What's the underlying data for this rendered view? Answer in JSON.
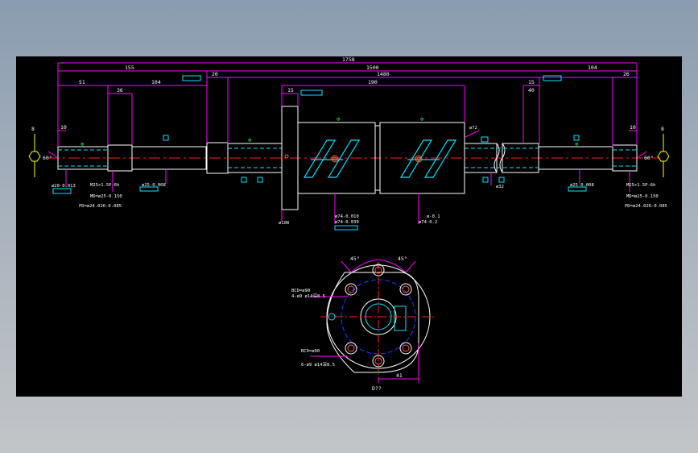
{
  "drawing": {
    "dims_top": {
      "overall": "1758",
      "left_end": "155",
      "thread_len": "1500",
      "thread_len2": "1480",
      "right_end": "104",
      "d20": "20",
      "d26": "26",
      "d51": "51",
      "d104": "104",
      "d36": "36",
      "nut_len": "190",
      "d15a": "15",
      "d15b": "15",
      "d10a": "10",
      "d10b": "10",
      "d8a": "8",
      "d8b": "8",
      "d40": "40"
    },
    "angles": {
      "left": "60°",
      "right": "60°",
      "top_left": "45°",
      "top_right": "45°"
    },
    "annotations_left": [
      "ø20-0.013",
      "M25×1.5P-6h",
      "MD=ø25-0.150",
      "PD=ø24.026-0.085",
      "ø25-0.008"
    ],
    "annotations_right": [
      "ø25-0.008",
      "M25×1.5P-6h",
      "MD=ø25-0.150",
      "PD=ø24.026-0.085"
    ],
    "nut_annotations": [
      "ø74-0.010",
      "ø74-0.039",
      "ø-0.1",
      "ø74-0.2",
      "ø108",
      "ø32",
      "ø72"
    ],
    "section": {
      "bcd1": "BCD=ø90",
      "bcd1_holes": "4-ø9 ø14深8.5",
      "bcd2": "BCD=ø90",
      "bcd2_holes": "6-ø9 ø14深8.5",
      "width": "41",
      "bottom_label": "D??"
    }
  }
}
